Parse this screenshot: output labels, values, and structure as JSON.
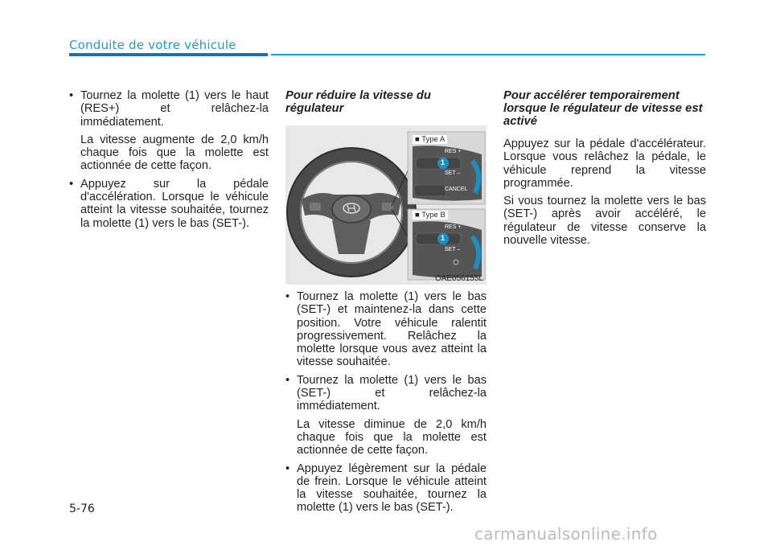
{
  "header": {
    "section_title": "Conduite de votre véhicule"
  },
  "col1": {
    "b1": "Tournez la molette (1) vers le haut (RES+) et relâchez-la immédiatement.",
    "b1_sub": "La vitesse augmente de 2,0 km/h chaque fois que la molette est actionnée de cette façon.",
    "b2": "Appuyez sur la pédale d'accélération. Lorsque le véhicule atteint la vitesse souhaitée, tournez la molette (1) vers le bas (SET-)."
  },
  "col2": {
    "heading": "Pour réduire la vitesse du régulateur",
    "b1": "Tournez la molette (1) vers le bas (SET-) et maintenez-la dans cette position. Votre véhicule ralentit progressivement. Relâchez la molette lorsque vous avez atteint la vitesse souhaitée.",
    "b2": "Tournez la molette (1) vers le bas (SET-) et relâchez-la immédiatement.",
    "b2_sub": "La vitesse diminue de 2,0 km/h chaque fois que la molette est actionnée de cette façon.",
    "b3": "Appuyez légèrement sur la pédale de frein. Lorsque le véhicule atteint la vitesse souhaitée, tournez la molette (1) vers le bas (SET-)."
  },
  "figure": {
    "type_a": "■ Type A",
    "type_b": "■ Type B",
    "res_a": "RES +",
    "set_a": "SET –",
    "cancel": "CANCEL",
    "res_b": "RES +",
    "set_b": "SET –",
    "callout": "1",
    "code": "OAE056155L"
  },
  "col3": {
    "heading": "Pour accélérer temporairement lorsque le régulateur de vitesse est activé",
    "p1": "Appuyez sur la pédale d'accélérateur. Lorsque vous relâchez la pédale, le véhicule reprend la vitesse programmée.",
    "p2": "Si vous tournez la molette vers le bas (SET-) après avoir accéléré, le régulateur de vitesse conserve la nouvelle vitesse."
  },
  "footer": {
    "page_number": "5-76",
    "watermark": "carmanualsonline.info"
  },
  "colors": {
    "accent_dark": "#1273b8",
    "accent_light": "#1a9bd7",
    "callout_blue": "#1a8fc4"
  }
}
